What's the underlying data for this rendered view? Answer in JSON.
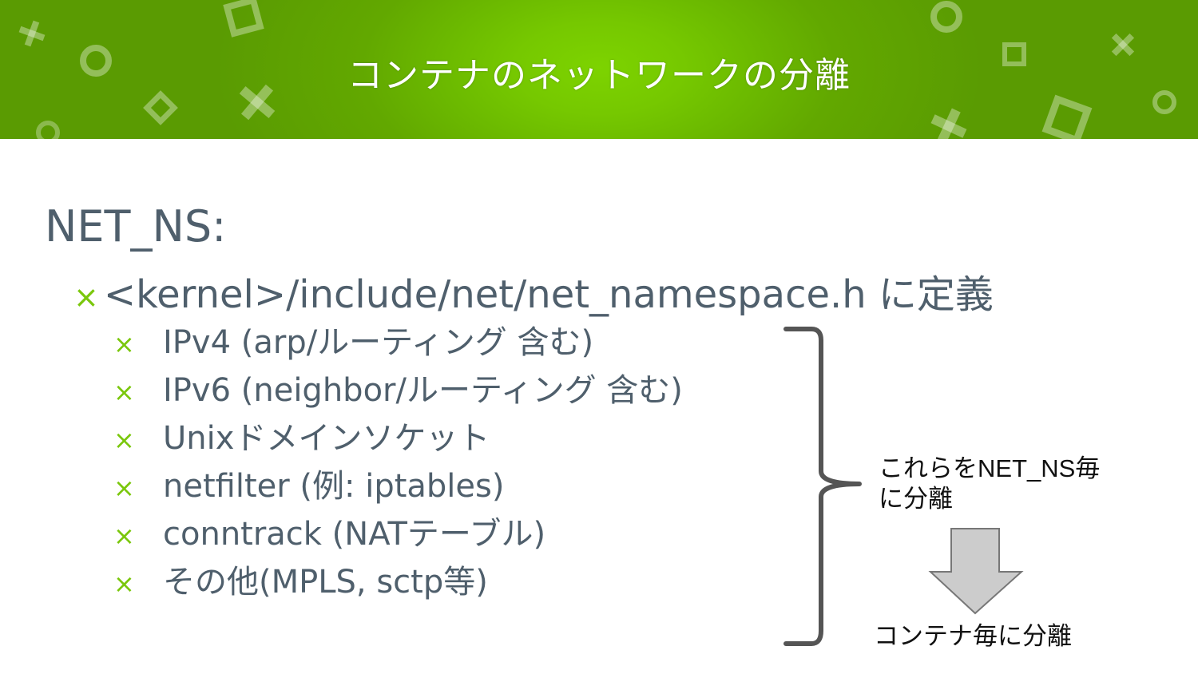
{
  "slide": {
    "title": "コンテナのネットワークの分離",
    "heading": "NET_NS:",
    "bullet_glyph": "×",
    "level1": {
      "code": "<kernel>/include/net/net_namespace.h",
      "suffix": " に定義"
    },
    "items": [
      {
        "pre": "IPv4 (arp/",
        "jp": "ルーティング 含む",
        "post": ")"
      },
      {
        "pre": "IPv6 (neighbor/",
        "jp": "ルーティング 含む",
        "post": ")"
      },
      {
        "pre": "Unix",
        "jp": "ドメインソケット",
        "post": ""
      },
      {
        "pre": "netfilter (",
        "jp": "例",
        "post": ": iptables)"
      },
      {
        "pre": "conntrack (NAT",
        "jp": "テーブル",
        "post": ")"
      },
      {
        "pre": "",
        "jp": "その他",
        "post": "(MPLS, sctp等)"
      }
    ],
    "note_line1": "これらをNET_NS毎",
    "note_line2": "に分離",
    "note_result": "コンテナ毎に分離"
  },
  "colors": {
    "header_green": "#6cba00",
    "bullet_green": "#7ac70c",
    "body_text": "#4f5f6c",
    "arrow_fill": "#cccccc"
  }
}
